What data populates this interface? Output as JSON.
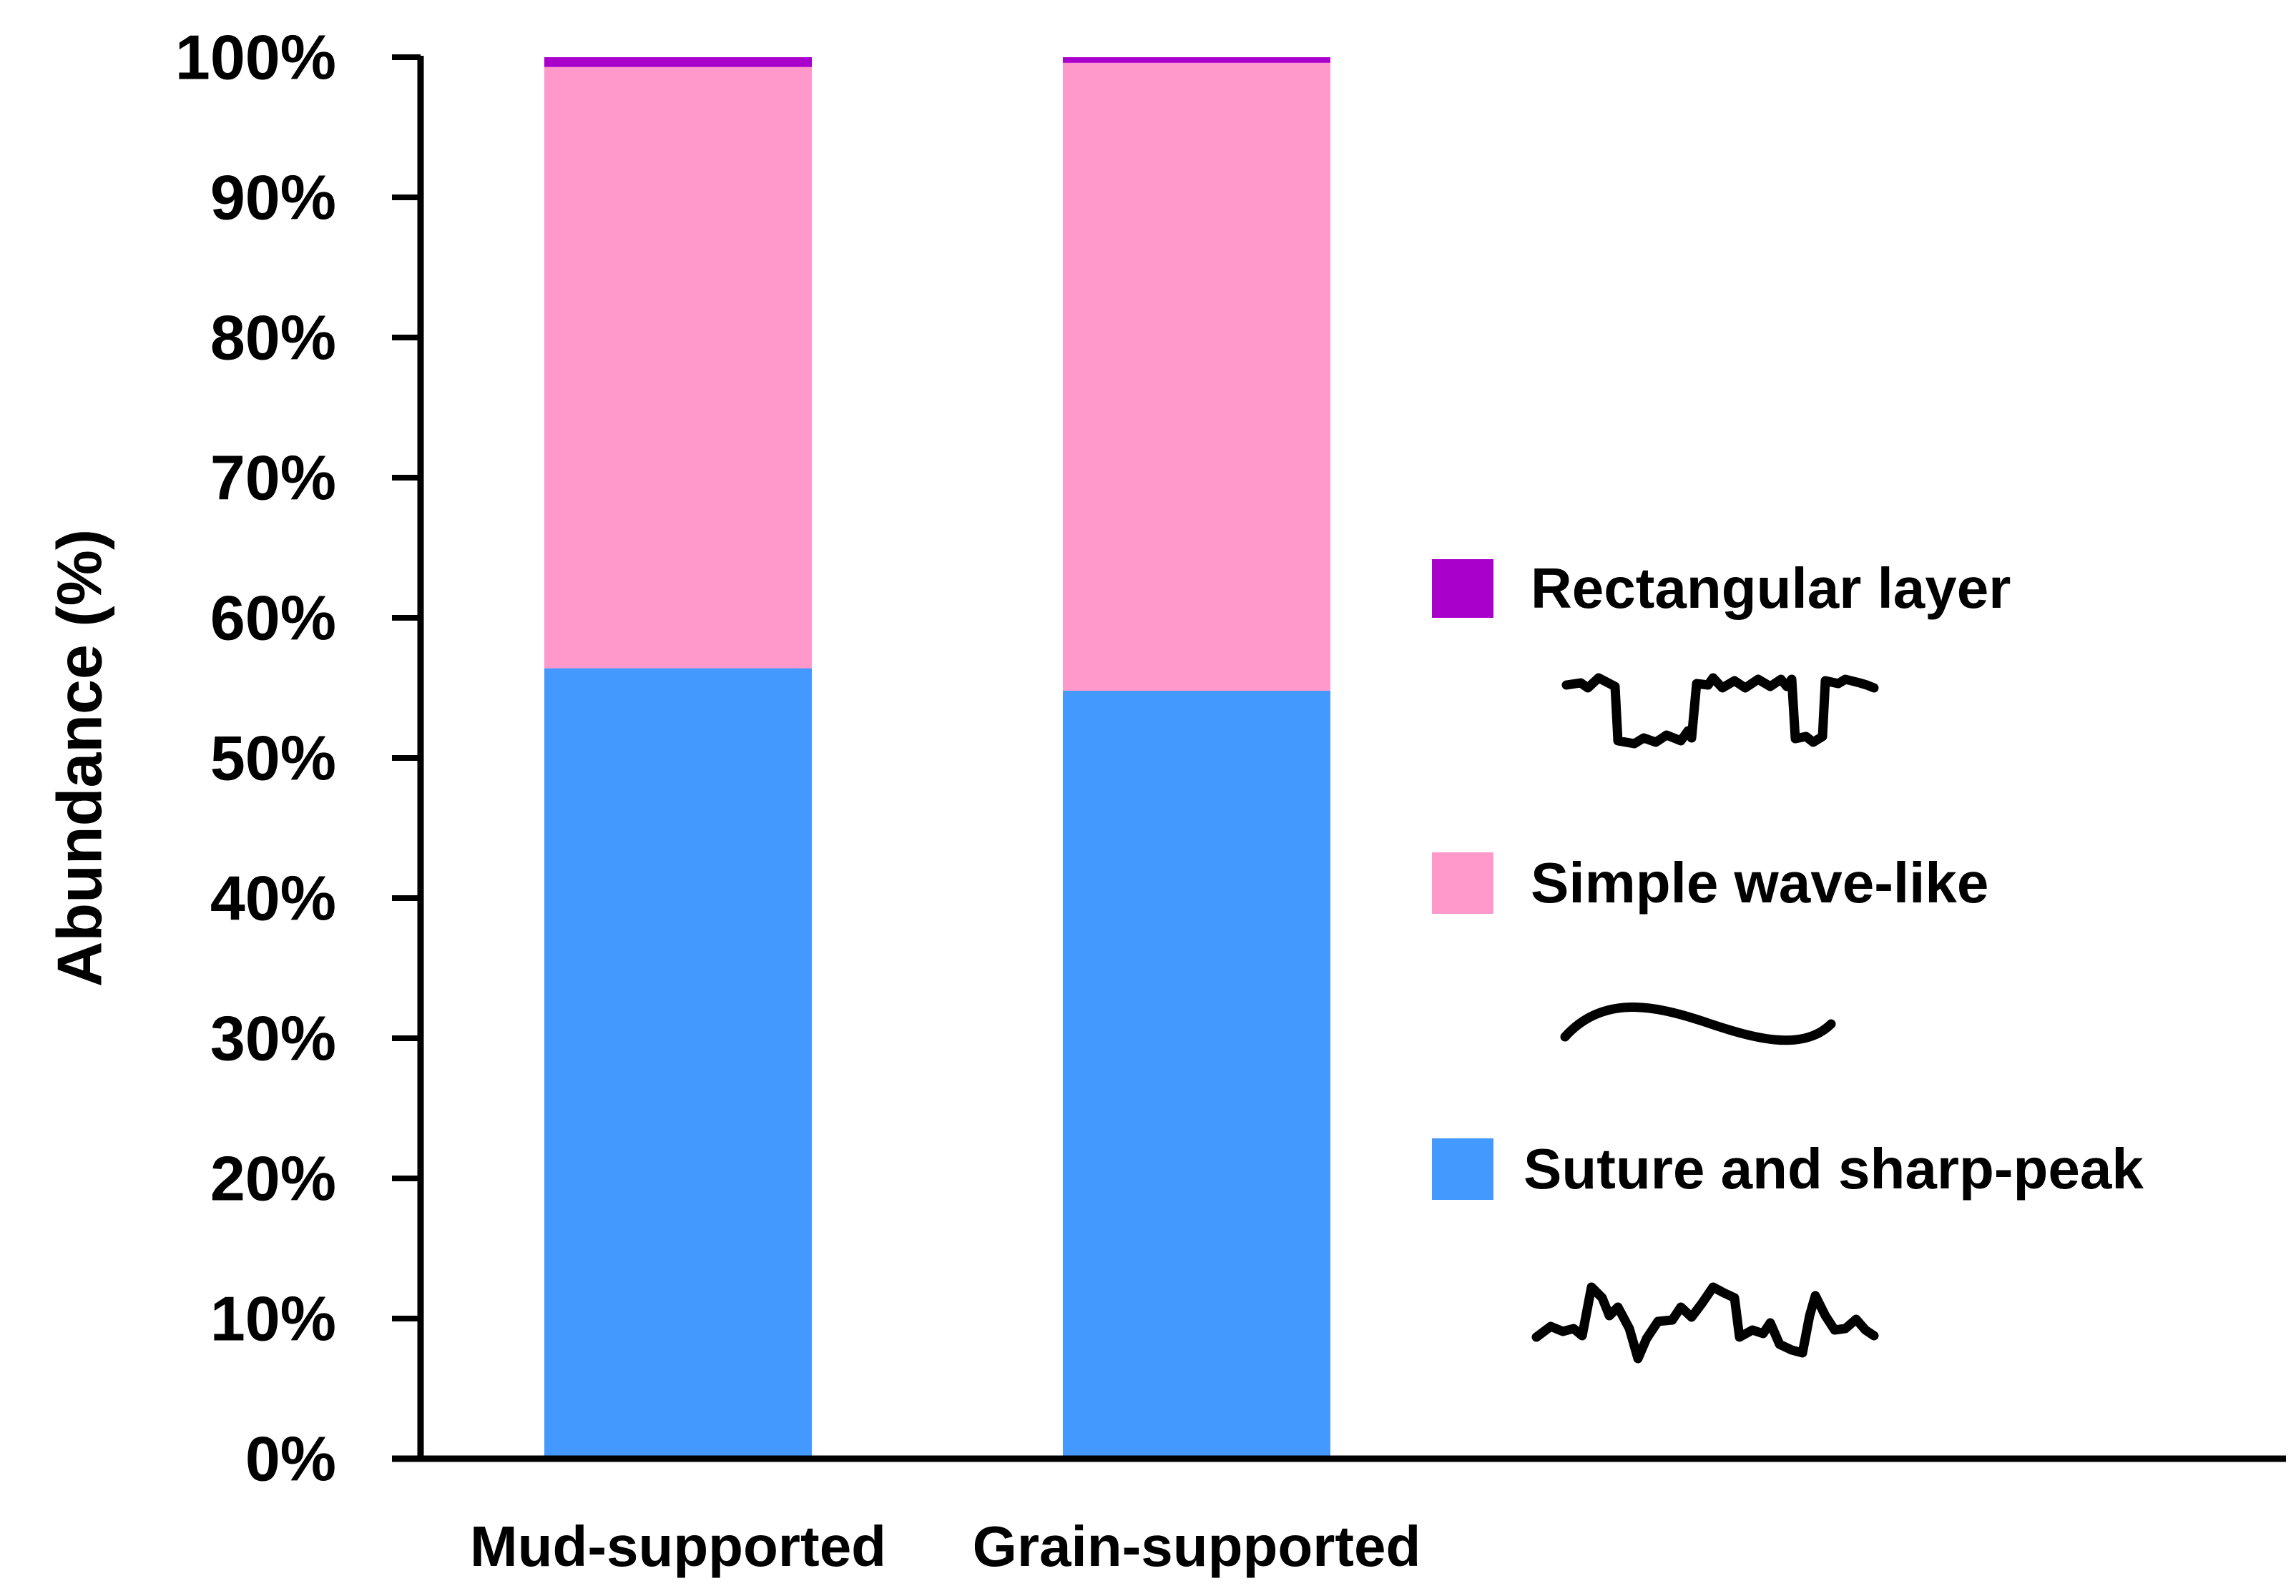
{
  "chart_data": {
    "type": "bar",
    "stacked": true,
    "categories": [
      "Mud-supported",
      "Grain-supported"
    ],
    "series": [
      {
        "name": "Suture and sharp-peak",
        "values": [
          56.4,
          54.8
        ],
        "color": "#4499FF"
      },
      {
        "name": "Simple wave-like",
        "values": [
          42.9,
          44.8
        ],
        "color": "#FF99CC"
      },
      {
        "name": "Rectangular layer",
        "values": [
          0.7,
          0.4
        ],
        "color": "#AA00CC"
      }
    ],
    "ylabel": "Abundance (%)",
    "ylim": [
      0,
      100
    ],
    "yticks": [
      "0%",
      "10%",
      "20%",
      "30%",
      "40%",
      "50%",
      "60%",
      "70%",
      "80%",
      "90%",
      "100%"
    ],
    "grid": false,
    "legend_position": "right",
    "legend_order": [
      "Rectangular layer",
      "Simple wave-like",
      "Suture and sharp-peak"
    ],
    "legend_icons": [
      "rectangular-trace-icon",
      "wave-trace-icon",
      "suture-trace-icon"
    ]
  }
}
